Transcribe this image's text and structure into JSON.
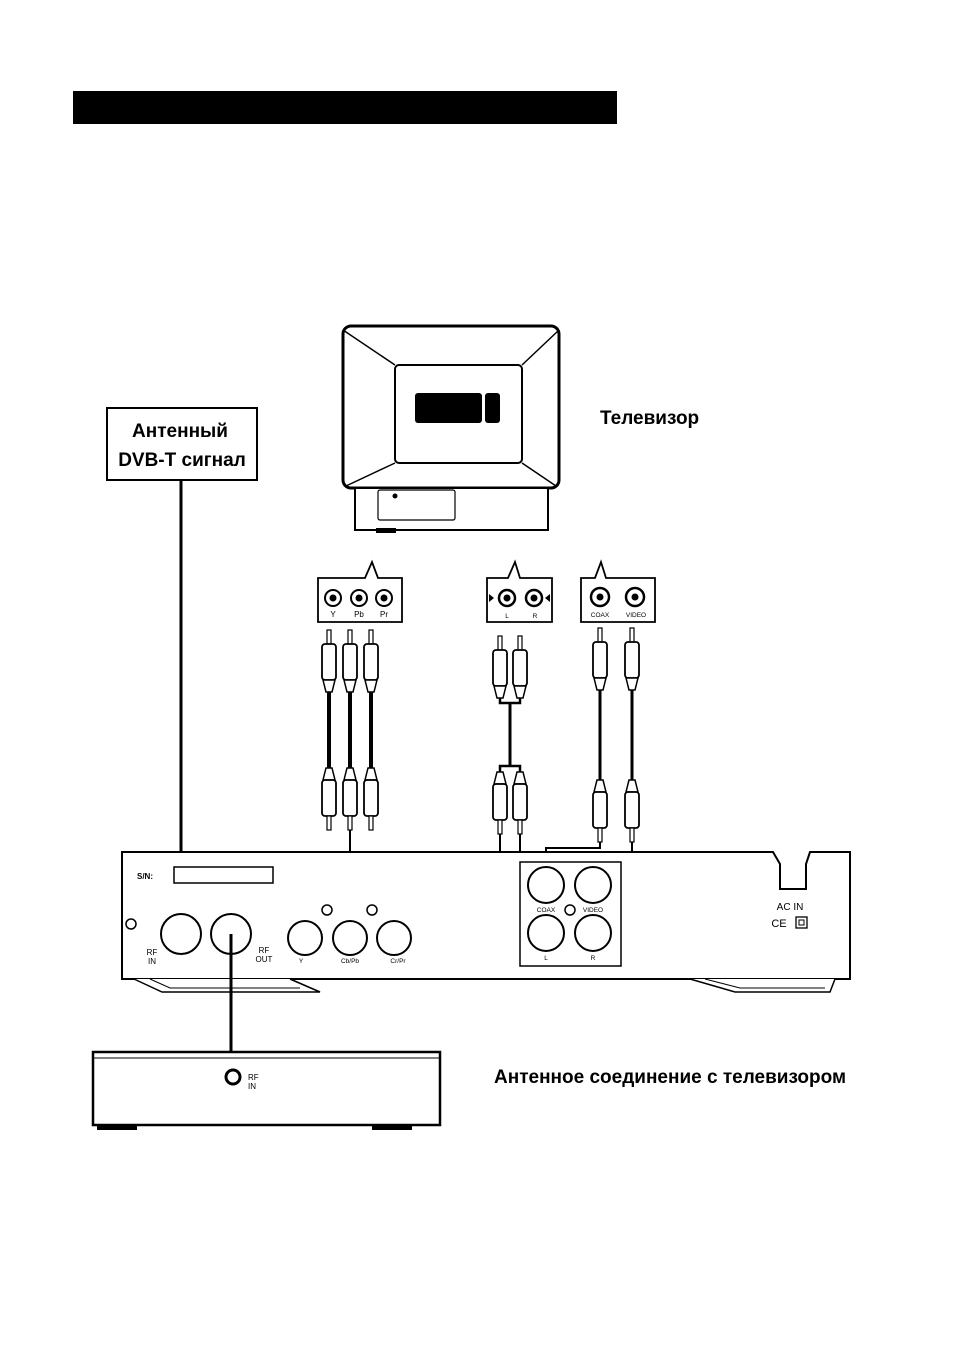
{
  "labels": {
    "antenna_line1": "Антенный",
    "antenna_line2": "DVB-T сигнал",
    "tv": "Телевизор",
    "tv_antenna_connection": "Антенное соединение с телевизором"
  },
  "jack_panels": {
    "component": [
      "Y",
      "Pb",
      "Pr"
    ],
    "audio": [
      "L",
      "R"
    ],
    "coax_video": [
      "COAX",
      "VIDEO"
    ]
  },
  "receiver": {
    "sn_label": "S/N:",
    "rf_in": [
      "RF",
      "IN"
    ],
    "rf_out": [
      "RF",
      "OUT"
    ],
    "component": [
      "Y",
      "Cb/Pb",
      "Cr/Pr"
    ],
    "coax": "COAX",
    "video": "VIDEO",
    "audio_l": "L",
    "audio_r": "R",
    "ac_in": "AC IN",
    "ce_mark": "CE"
  },
  "tv_box": {
    "rf_in": [
      "RF",
      "IN"
    ]
  }
}
